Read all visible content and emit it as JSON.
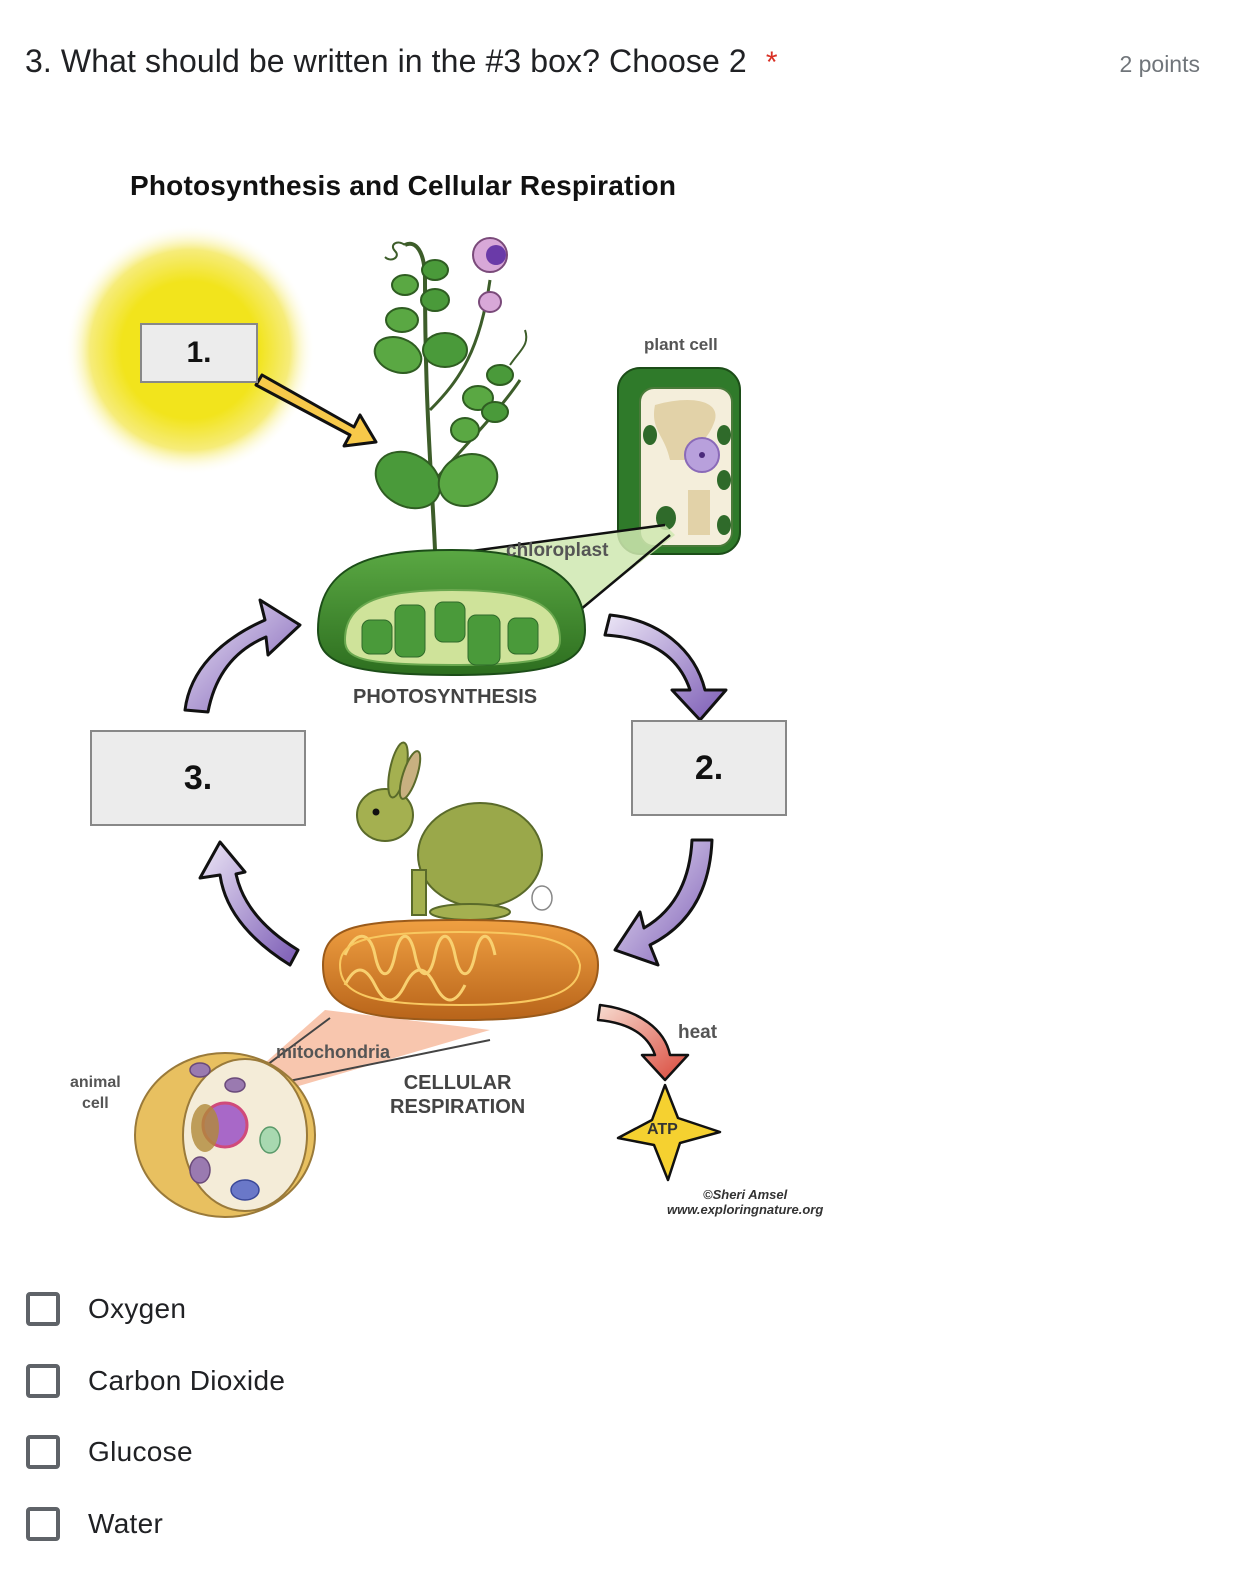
{
  "question": {
    "number": "3.",
    "text": "What should be written in the #3 box? Choose 2",
    "required_marker": "*",
    "points": "2 points"
  },
  "diagram": {
    "title": "Photosynthesis and Cellular Respiration",
    "boxes": {
      "box1": "1.",
      "box2": "2.",
      "box3": "3."
    },
    "labels": {
      "plant_cell": "plant cell",
      "chloroplast": "chloroplast",
      "photosynthesis": "PHOTOSYNTHESIS",
      "mitochondria": "mitochondria",
      "animal_cell_line1": "animal",
      "animal_cell_line2": "cell",
      "cellular_respiration_line1": "CELLULAR",
      "cellular_respiration_line2": "RESPIRATION",
      "heat": "heat",
      "atp": "ATP",
      "credit_line1": "©Sheri Amsel",
      "credit_line2": "www.exploringnature.org"
    },
    "colors": {
      "sun": "#f2e41c",
      "cycle_arrow": "#7b5bb5",
      "chloroplast": "#3e8e2c",
      "mitochondria": "#e58a2a",
      "atp_star": "#f5d130",
      "heat_arrow": "#d9473a"
    }
  },
  "options": [
    {
      "label": "Oxygen",
      "checked": false
    },
    {
      "label": "Carbon Dioxide",
      "checked": false
    },
    {
      "label": "Glucose",
      "checked": false
    },
    {
      "label": "Water",
      "checked": false
    }
  ]
}
